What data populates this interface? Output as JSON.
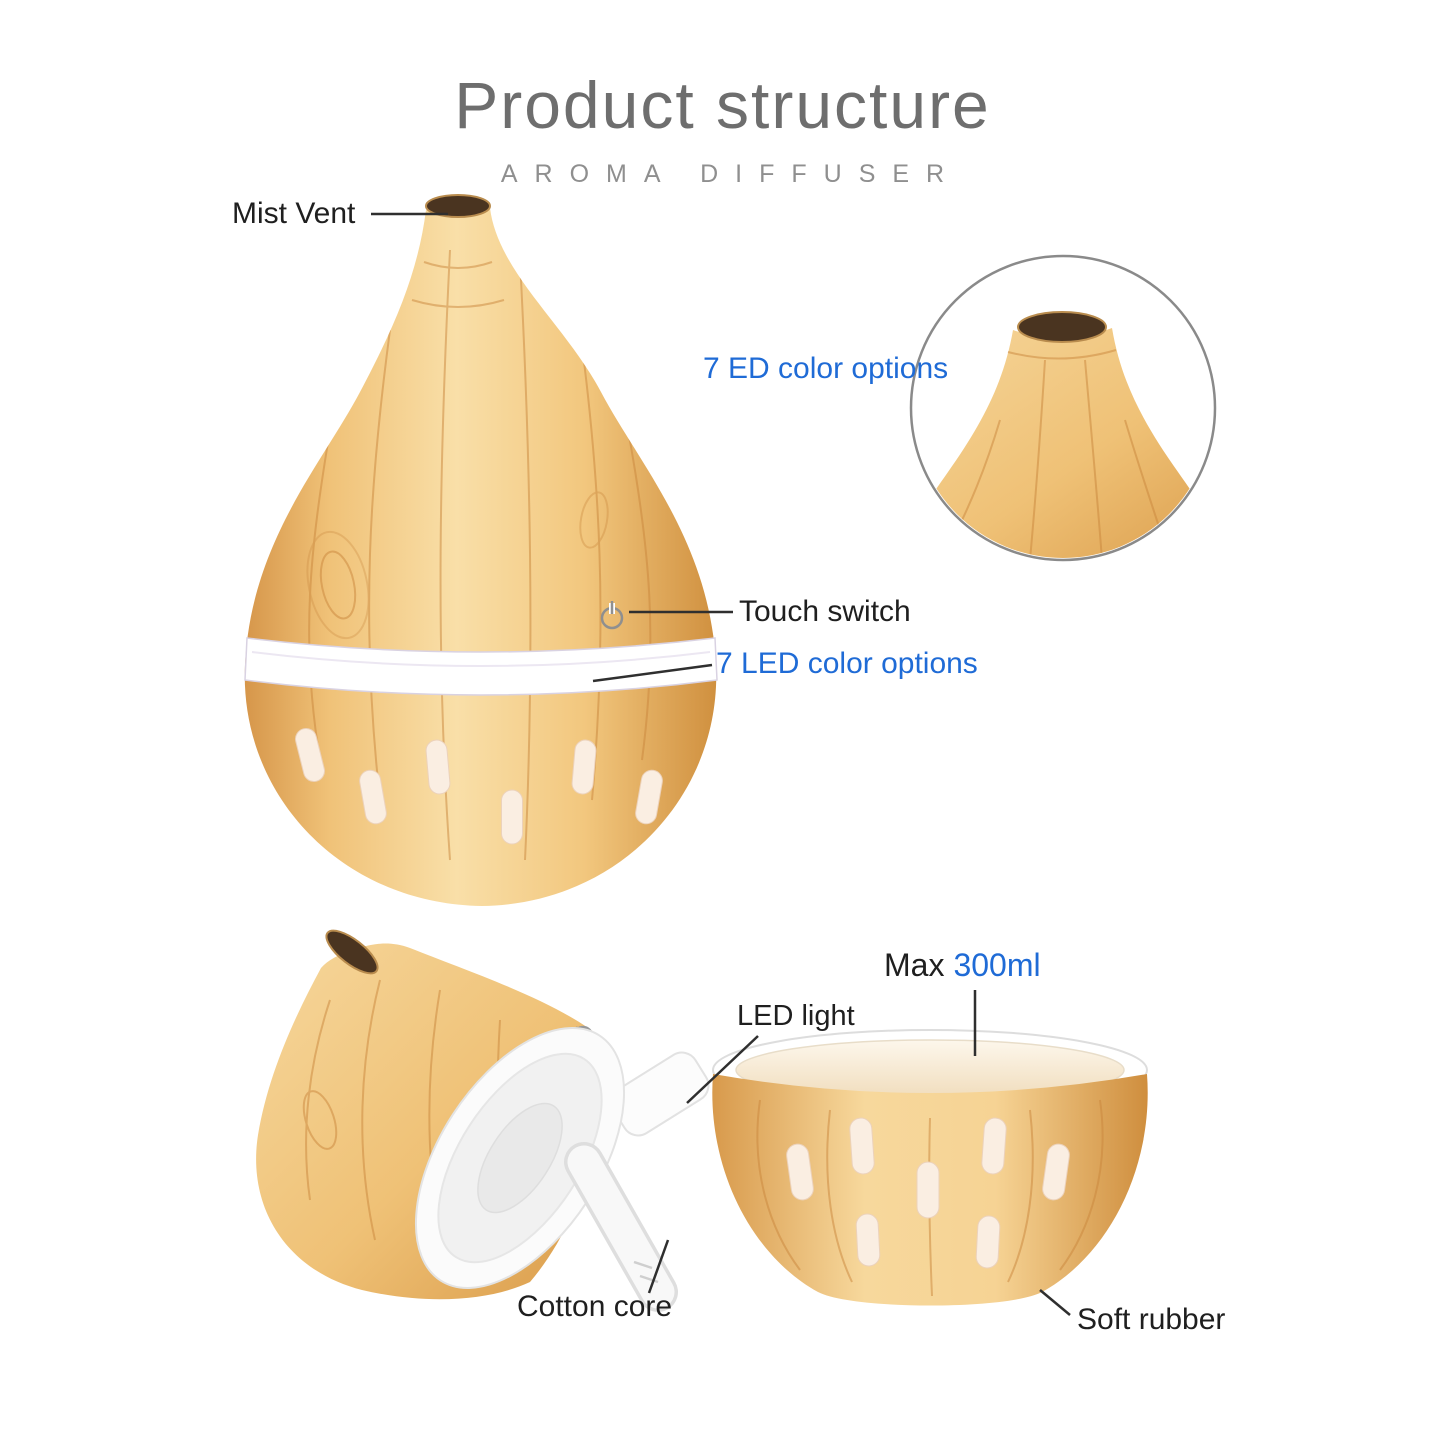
{
  "header": {
    "title": "Product structure",
    "subtitle": "AROMA DIFFUSER"
  },
  "labels": {
    "mist_vent": "Mist Vent",
    "ed_color_options": "7 ED color options",
    "touch_switch": "Touch switch",
    "led_color_options": "7 LED color options",
    "max_prefix": "Max",
    "max_value": "300ml",
    "led_light": "LED light",
    "cotton_core": "Cotton core",
    "soft_rubber": "Soft rubber"
  },
  "colors": {
    "accent_blue": "#1f6bd6",
    "label_text": "#1f1f1f",
    "title_gray": "#6e6e6e",
    "wood_light": "#f9dfa8",
    "wood_dark": "#d2913f",
    "led_band_white": "#ffffff",
    "vent_glow": "#faeee2"
  }
}
